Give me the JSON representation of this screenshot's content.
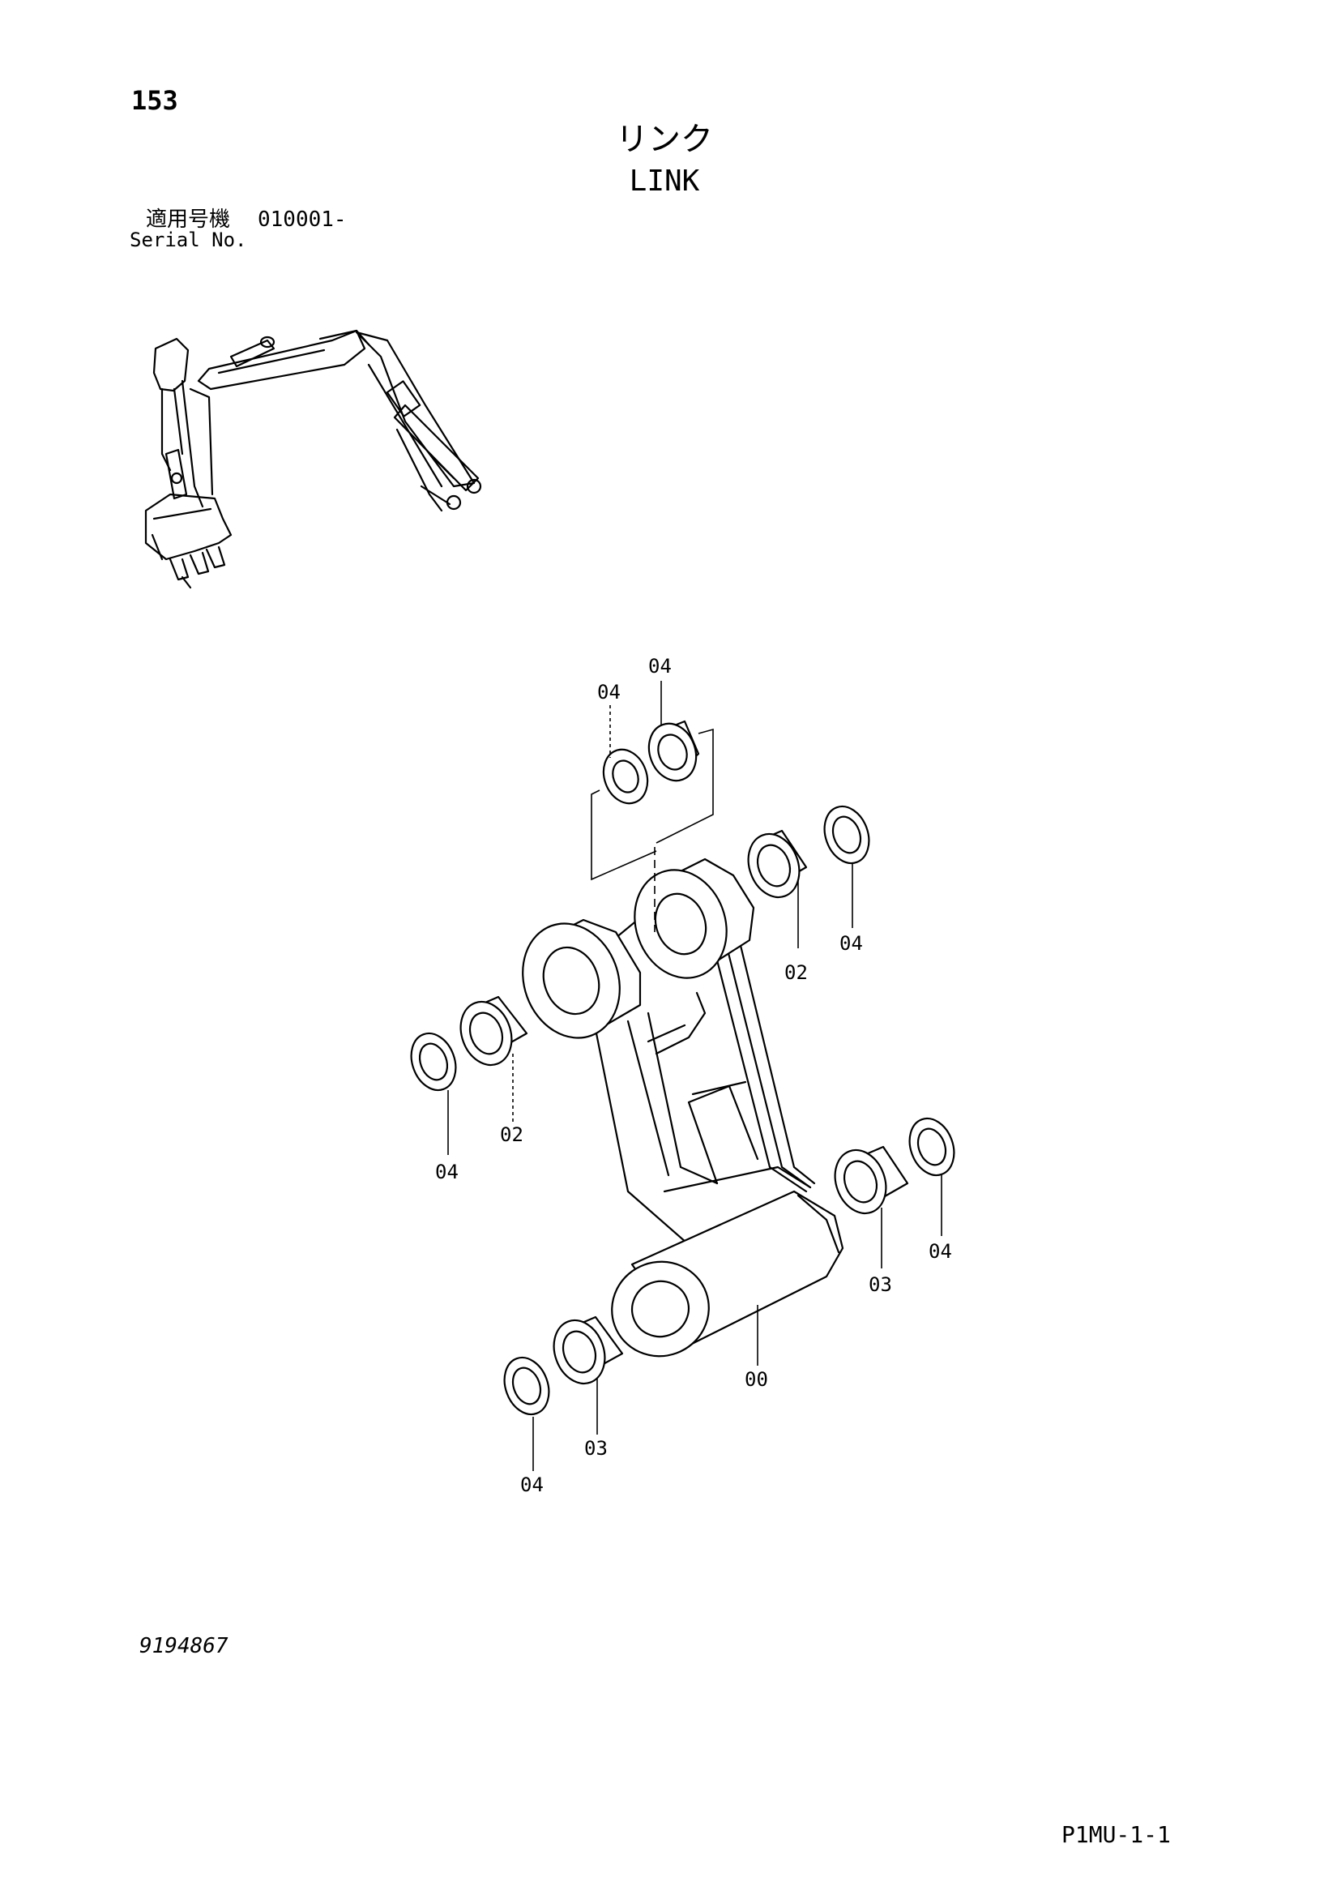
{
  "header": {
    "page_number": "153",
    "title_ja": "リンク",
    "title_en": "LINK",
    "serial_label_ja": "適用号機",
    "serial_value": "010001-",
    "serial_label_en": "Serial No."
  },
  "diagram": {
    "callouts": [
      "04",
      "04",
      "02",
      "04",
      "04",
      "02",
      "03",
      "04",
      "03",
      "00",
      "04"
    ]
  },
  "footer": {
    "doc_number": "9194867",
    "page_code": "P1MU-1-1"
  }
}
